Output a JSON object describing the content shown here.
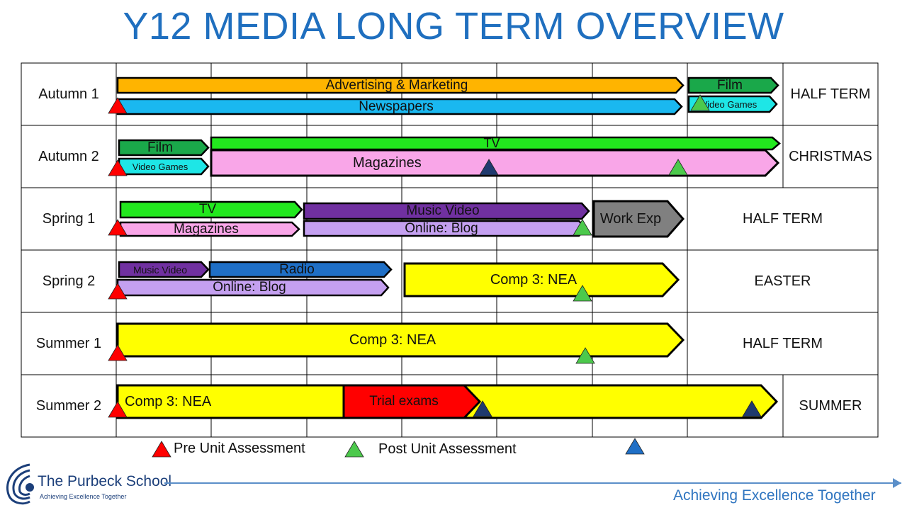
{
  "title": "Y12 MEDIA LONG TERM OVERVIEW",
  "terms": [
    {
      "label": "Autumn 1",
      "holiday": "HALF TERM"
    },
    {
      "label": "Autumn 2",
      "holiday": "CHRISTMAS"
    },
    {
      "label": "Spring 1",
      "holiday": "HALF TERM"
    },
    {
      "label": "Spring 2",
      "holiday": "EASTER"
    },
    {
      "label": "Summer 1",
      "holiday": "HALF TERM"
    },
    {
      "label": "Summer 2",
      "holiday": "SUMMER"
    }
  ],
  "units": [
    {
      "name": "autumn1-advertising",
      "label": "Advertising & Marketing",
      "fill": "#ffb400"
    },
    {
      "name": "autumn1-newspapers",
      "label": "Newspapers",
      "fill": "#1ab8f0"
    },
    {
      "name": "autumn1-film",
      "label": "Film",
      "fill": "#1aa84a"
    },
    {
      "name": "autumn1-video-games",
      "label": "Video Games",
      "fill": "#1ee6e6"
    },
    {
      "name": "autumn2-film",
      "label": "Film",
      "fill": "#1aa84a"
    },
    {
      "name": "autumn2-video-games",
      "label": "Video Games",
      "fill": "#1ee6e6"
    },
    {
      "name": "autumn2-tv",
      "label": "TV",
      "fill": "#22e81e"
    },
    {
      "name": "autumn2-magazines",
      "label": "Magazines",
      "fill": "#f9a6e8"
    },
    {
      "name": "spring1-tv",
      "label": "TV",
      "fill": "#22e81e"
    },
    {
      "name": "spring1-magazines",
      "label": "Magazines",
      "fill": "#f9a6e8"
    },
    {
      "name": "spring1-music-video",
      "label": "Music Video",
      "fill": "#7030a0"
    },
    {
      "name": "spring1-online-blog",
      "label": "Online: Blog",
      "fill": "#c4a0f0"
    },
    {
      "name": "spring1-work-exp",
      "label": "Work Exp",
      "fill": "#808080"
    },
    {
      "name": "spring2-music-video",
      "label": "Music Video",
      "fill": "#7030a0"
    },
    {
      "name": "spring2-radio",
      "label": "Radio",
      "fill": "#1f6fc6"
    },
    {
      "name": "spring2-online-blog",
      "label": "Online: Blog",
      "fill": "#c4a0f0"
    },
    {
      "name": "spring2-comp3",
      "label": "Comp 3: NEA",
      "fill": "#ffff00"
    },
    {
      "name": "summer1-comp3",
      "label": "Comp 3: NEA",
      "fill": "#ffff00"
    },
    {
      "name": "summer2-comp3",
      "label": "Comp 3: NEA",
      "fill": "#ffff00"
    },
    {
      "name": "summer2-trial-exams",
      "label": "Trial exams",
      "fill": "#ff0000"
    }
  ],
  "legend": {
    "pre": "Pre Unit Assessment",
    "post": "Post Unit Assessment"
  },
  "colors": {
    "pre_assessment": "#ff0000",
    "post_assessment": "#4cc94c",
    "dark_marker": "#1f3a6e",
    "blue_marker": "#1f6fc6",
    "title": "#1f6fbf"
  },
  "footer": {
    "school": "The Purbeck School",
    "school_motto": "Achieving Excellence Together",
    "motto": "Achieving Excellence Together"
  }
}
